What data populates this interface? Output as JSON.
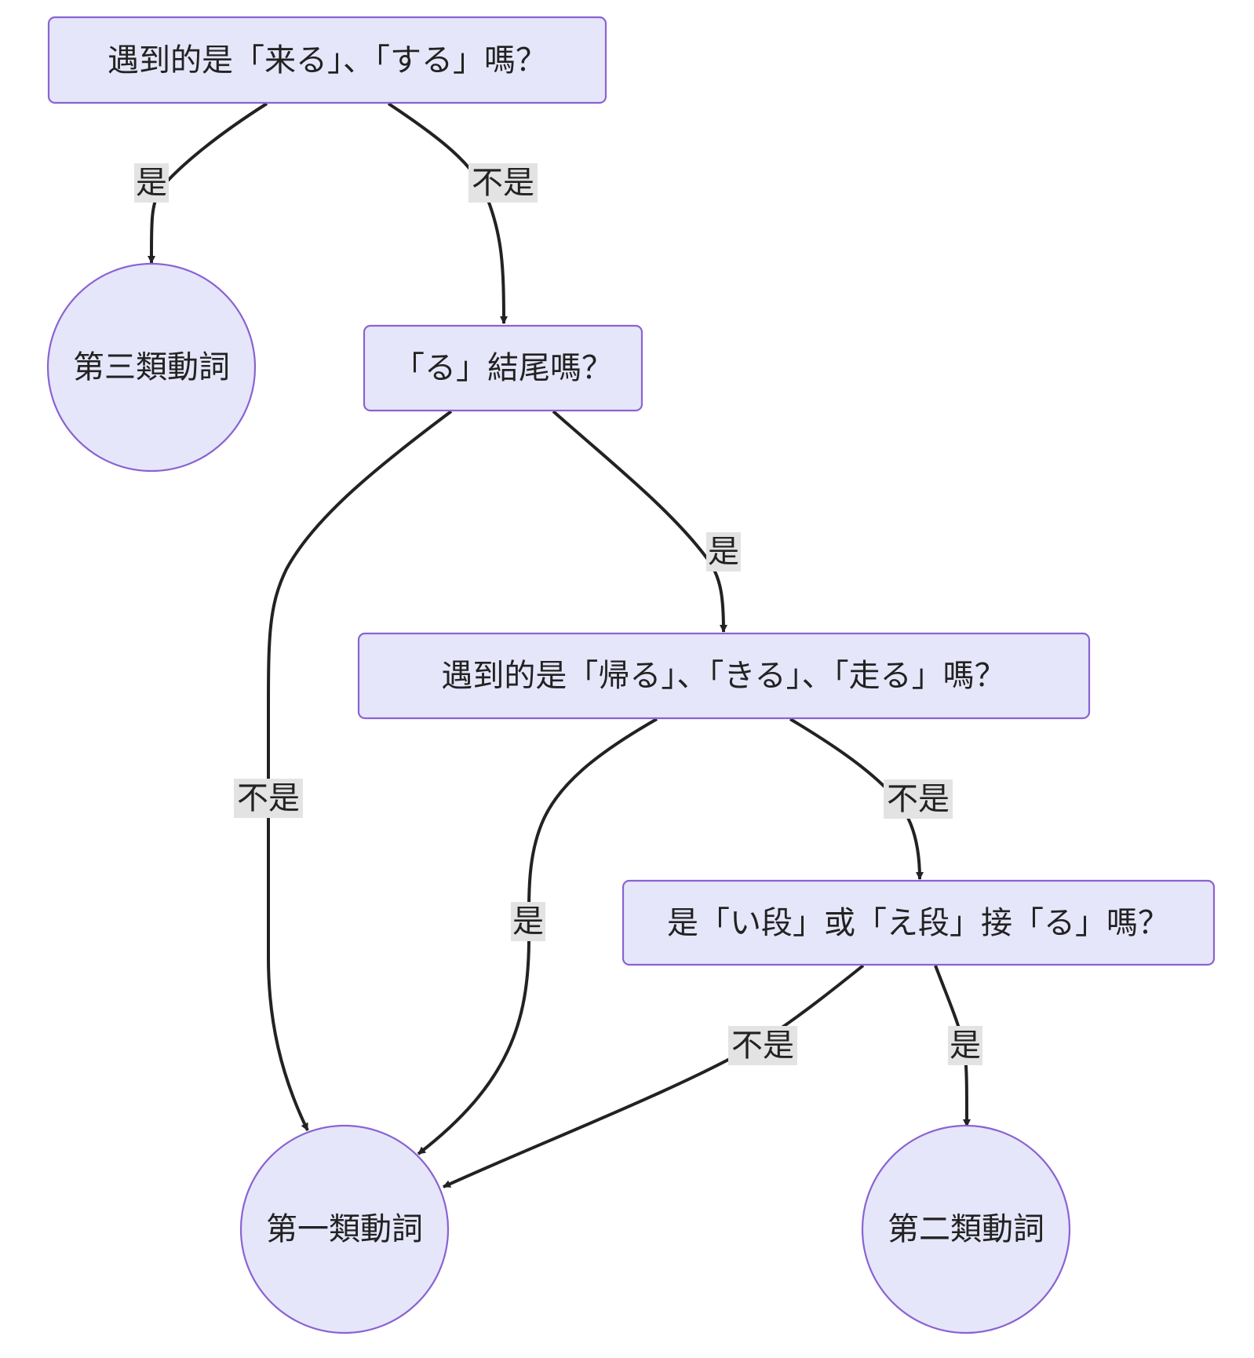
{
  "nodes": {
    "q1": "遇到的是「来る」、「する」嗎？",
    "q2": "「る」結尾嗎？",
    "q3": "遇到的是「帰る」、「きる」、「走る」嗎？",
    "q4": "是「い段」或「え段」接「る」嗎？",
    "class3": "第三類動詞",
    "class1": "第一類動詞",
    "class2": "第二類動詞"
  },
  "edges": {
    "q1_class3": "是",
    "q1_q2": "不是",
    "q2_class1": "不是",
    "q2_q3": "是",
    "q3_class1": "是",
    "q3_q4": "不是",
    "q4_class1": "不是",
    "q4_class2": "是"
  },
  "colors": {
    "node_fill": "#e6e6fa",
    "node_stroke": "#8a63d2",
    "edge": "#222222",
    "label_bg": "#e3e3e3",
    "text": "#222222"
  }
}
